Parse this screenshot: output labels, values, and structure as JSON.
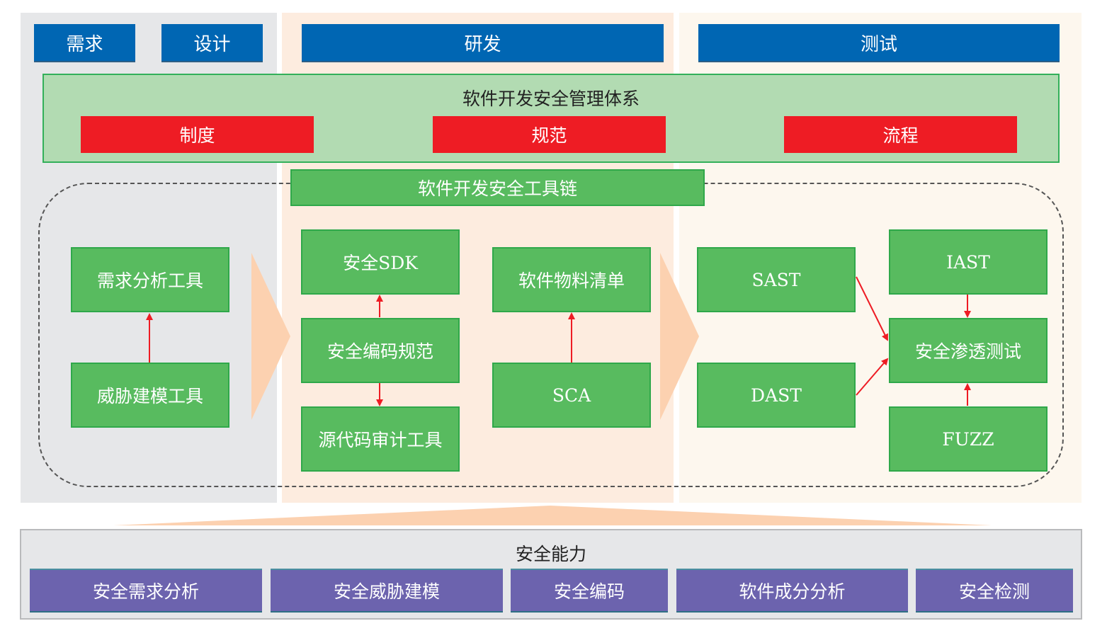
{
  "colors": {
    "phase_blue": "#0066b3",
    "mgmt_green_bg": "#b2dbb2",
    "policy_red": "#ee1c24",
    "tool_green": "#58bb5f",
    "capability_purple": "#6c63ae",
    "arrow_red": "#ee1c24",
    "chevron_peach": "#fcd1b0",
    "col_bg_grey": "#e6e7e9",
    "col_bg_peach": "#fdecdf",
    "col_bg_cream": "#fdf7ee"
  },
  "phases": [
    {
      "label": "需求"
    },
    {
      "label": "设计"
    },
    {
      "label": "研发"
    },
    {
      "label": "测试"
    }
  ],
  "management": {
    "title": "软件开发安全管理体系",
    "items": [
      {
        "label": "制度"
      },
      {
        "label": "规范"
      },
      {
        "label": "流程"
      }
    ]
  },
  "toolchain": {
    "title": "软件开发安全工具链",
    "tools": {
      "req_analysis": "需求分析工具",
      "threat_model": "威胁建模工具",
      "secure_sdk": "安全SDK",
      "secure_coding_spec": "安全编码规范",
      "code_audit": "源代码审计工具",
      "sbom": "软件物料清单",
      "sca": "SCA",
      "sast": "SAST",
      "dast": "DAST",
      "iast": "IAST",
      "pentest": "安全渗透测试",
      "fuzz": "FUZZ"
    },
    "edges": [
      {
        "from": "threat_model",
        "to": "req_analysis"
      },
      {
        "from": "secure_coding_spec",
        "to": "secure_sdk"
      },
      {
        "from": "secure_coding_spec",
        "to": "code_audit"
      },
      {
        "from": "sca",
        "to": "sbom"
      },
      {
        "from": "sast",
        "to": "pentest"
      },
      {
        "from": "dast",
        "to": "pentest"
      },
      {
        "from": "iast",
        "to": "pentest"
      },
      {
        "from": "fuzz",
        "to": "pentest"
      }
    ]
  },
  "capabilities": {
    "title": "安全能力",
    "items": [
      {
        "label": "安全需求分析"
      },
      {
        "label": "安全威胁建模"
      },
      {
        "label": "安全编码"
      },
      {
        "label": "软件成分分析"
      },
      {
        "label": "安全检测"
      }
    ]
  }
}
